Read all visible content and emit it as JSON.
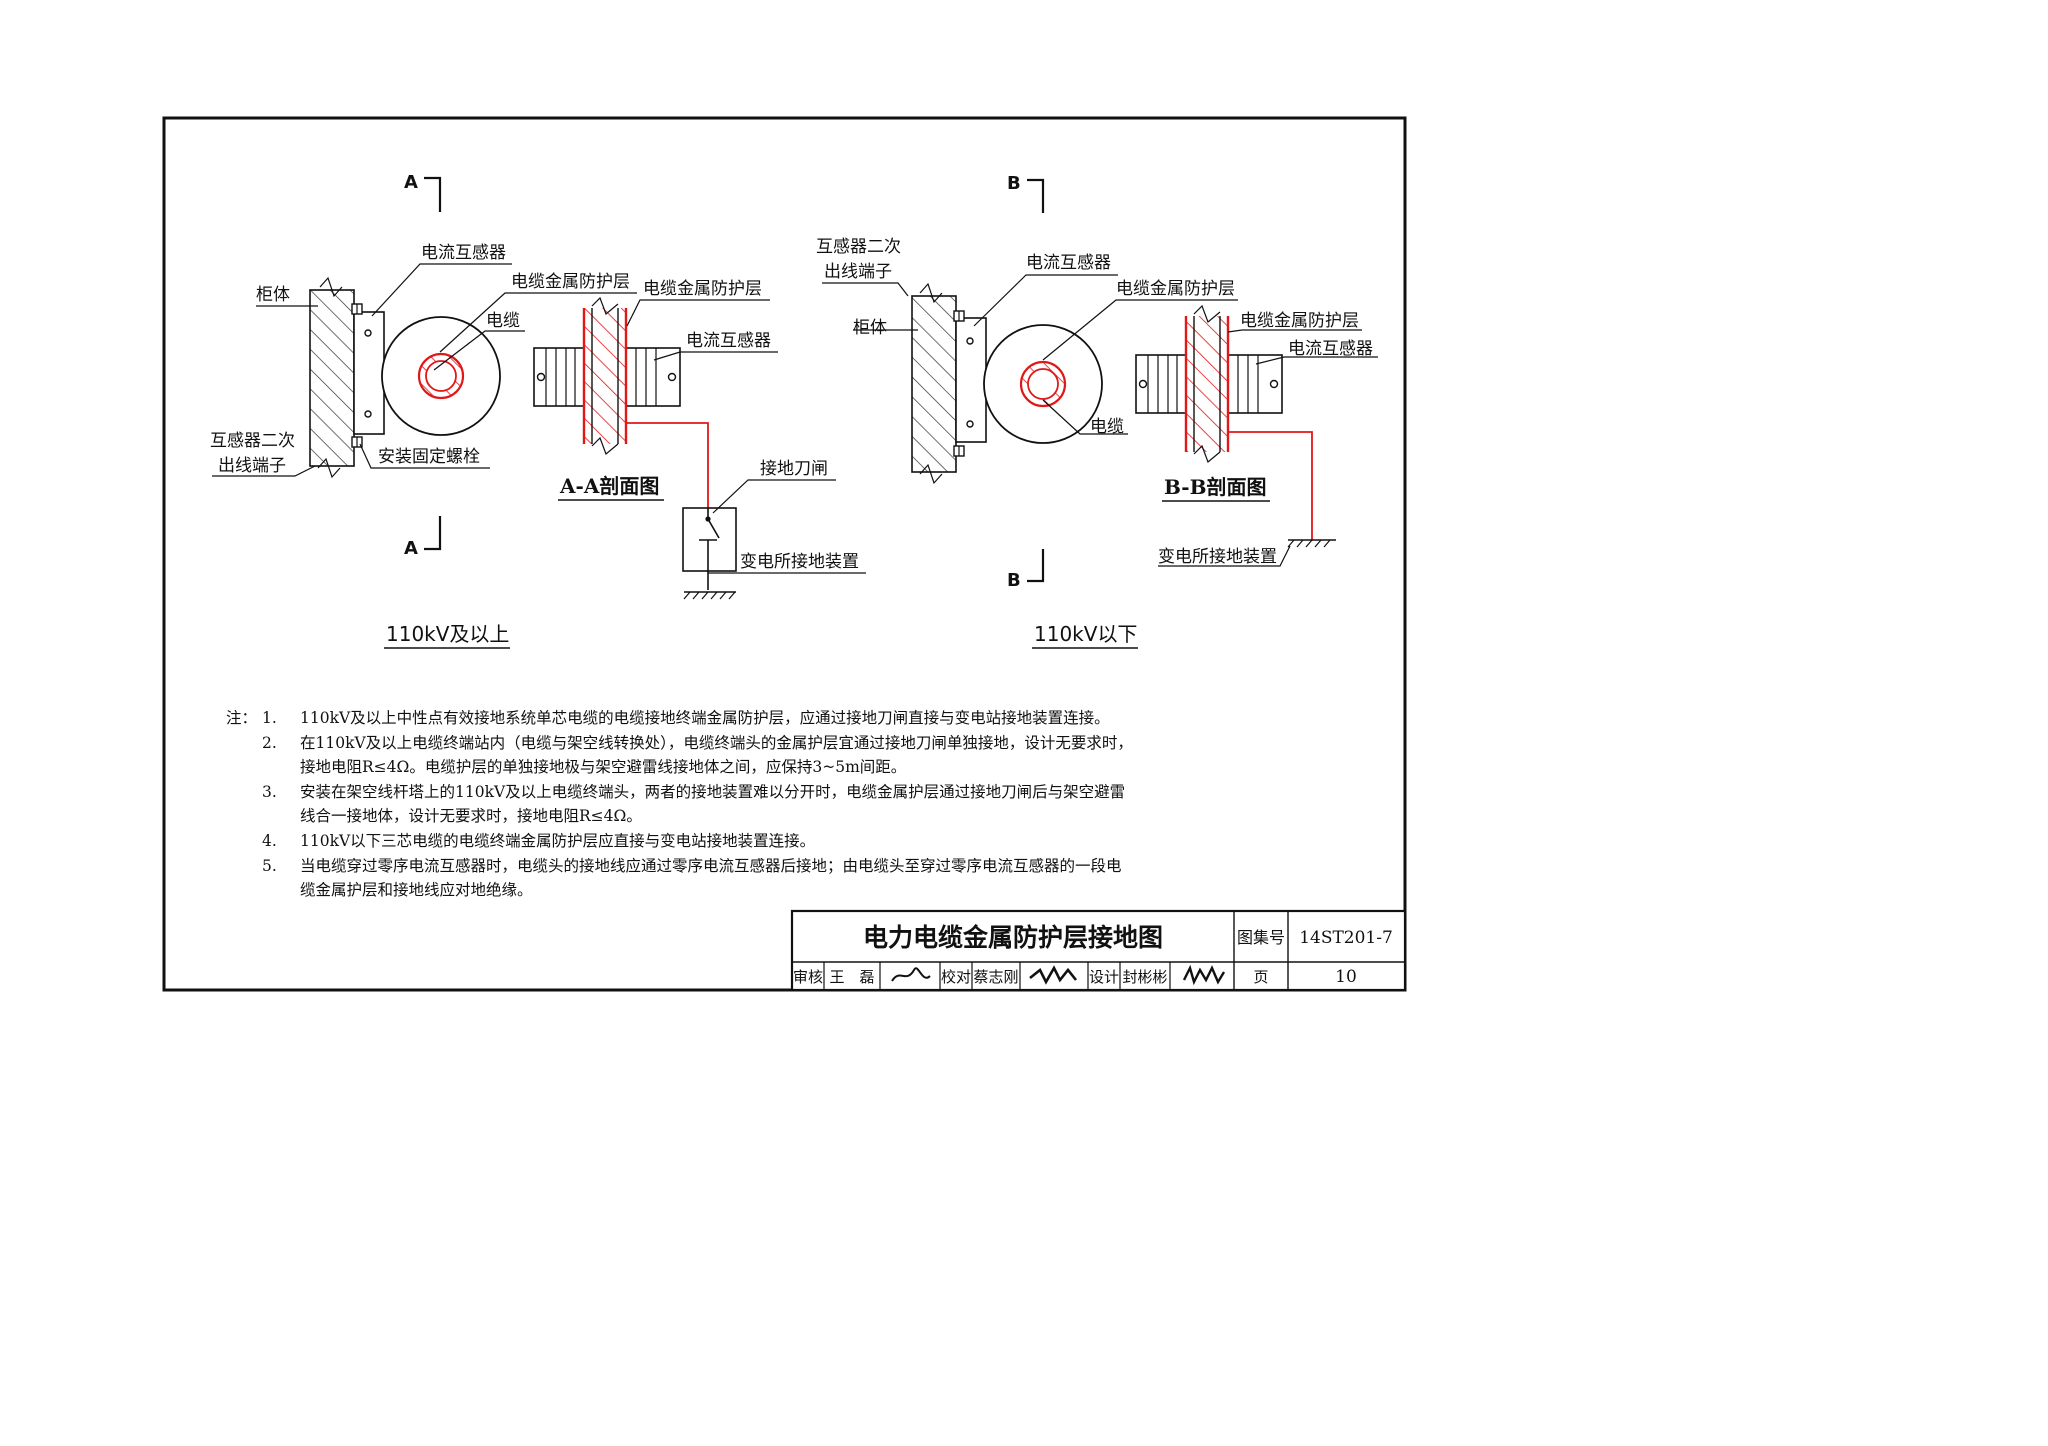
{
  "left_diagram": {
    "section_mark": "A",
    "labels": {
      "current_transformer_top": "电流互感器",
      "sheath_ring": "电缆金属防护层",
      "sheath_section": "电缆金属防护层",
      "cable": "电缆",
      "cabinet": "柜体",
      "ct_section": "电流互感器",
      "secondary_terminal_l1": "互感器二次",
      "secondary_terminal_l2": "出线端子",
      "mounting_bolt": "安装固定螺栓",
      "grounding_switch": "接地刀闸",
      "substation_ground": "变电所接地装置"
    },
    "section_title": "A-A剖面图",
    "caption": "110kV及以上"
  },
  "right_diagram": {
    "section_mark": "B",
    "labels": {
      "secondary_terminal_l1": "互感器二次",
      "secondary_terminal_l2": "出线端子",
      "current_transformer_top": "电流互感器",
      "sheath_ring": "电缆金属防护层",
      "sheath_section": "电缆金属防护层",
      "ct_section": "电流互感器",
      "cabinet": "柜体",
      "cable": "电缆",
      "substation_ground": "变电所接地装置"
    },
    "section_title": "B-B剖面图",
    "caption": "110kV以下"
  },
  "notes": {
    "prefix": "注：",
    "items": [
      {
        "num": "1.",
        "lines": [
          "110kV及以上中性点有效接地系统单芯电缆的电缆接地终端金属防护层，应通过接地刀闸直接与变电站接地装置连接。"
        ]
      },
      {
        "num": "2.",
        "lines": [
          "在110kV及以上电缆终端站内（电缆与架空线转换处），电缆终端头的金属护层宜通过接地刀闸单独接地，设计无要求时，",
          "接地电阻R≤4Ω。电缆护层的单独接地极与架空避雷线接地体之间，应保持3~5m间距。"
        ]
      },
      {
        "num": "3.",
        "lines": [
          "安装在架空线杆塔上的110kV及以上电缆终端头，两者的接地装置难以分开时，电缆金属护层通过接地刀闸后与架空避雷",
          "线合一接地体，设计无要求时，接地电阻R≤4Ω。"
        ]
      },
      {
        "num": "4.",
        "lines": [
          "110kV以下三芯电缆的电缆终端金属防护层应直接与变电站接地装置连接。"
        ]
      },
      {
        "num": "5.",
        "lines": [
          "当电缆穿过零序电流互感器时，电缆头的接地线应通过零序电流互感器后接地；由电缆头至穿过零序电流互感器的一段电",
          "缆金属护层和接地线应对地绝缘。"
        ]
      }
    ]
  },
  "title_block": {
    "title": "电力电缆金属防护层接地图",
    "atlas_label": "图集号",
    "atlas_no": "14ST201-7",
    "review_label": "审核",
    "reviewer": "王　磊",
    "check_label": "校对",
    "checker": "蔡志刚",
    "design_label": "设计",
    "designer": "封彬彬",
    "page_label": "页",
    "page_no": "10"
  },
  "colors": {
    "line": "#111111",
    "red": "#e01818",
    "hatch": "#333333"
  }
}
